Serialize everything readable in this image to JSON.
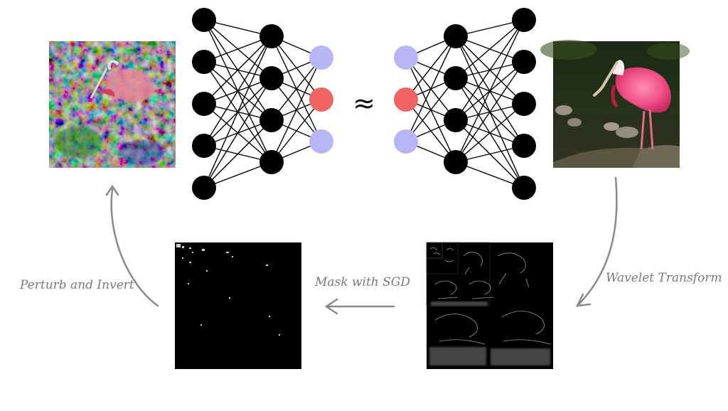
{
  "symbols": {
    "approx": "≈"
  },
  "labels": {
    "perturb": "Perturb and Invert",
    "mask": "Mask with SGD",
    "wavelet": "Wavelet Transform"
  },
  "colors": {
    "node_black": "#000000",
    "node_lavender": "#b6b6f6",
    "node_red": "#f26464",
    "arrow_gray": "#8a8a8a",
    "edge": "#000000"
  },
  "networks": {
    "left": {
      "layers": [
        5,
        4,
        3
      ],
      "output_highlight_index": 1
    },
    "right": {
      "layers": [
        3,
        4,
        5
      ],
      "input_highlight_index": 1
    }
  },
  "images": {
    "noisy_reconstruction": "perturbed-spoonbill-image",
    "original_photo": "spoonbill-photo",
    "wavelet_coefficients": "wavelet-coefficients-image",
    "masked_coefficients": "sparse-masked-coefficients-image"
  }
}
